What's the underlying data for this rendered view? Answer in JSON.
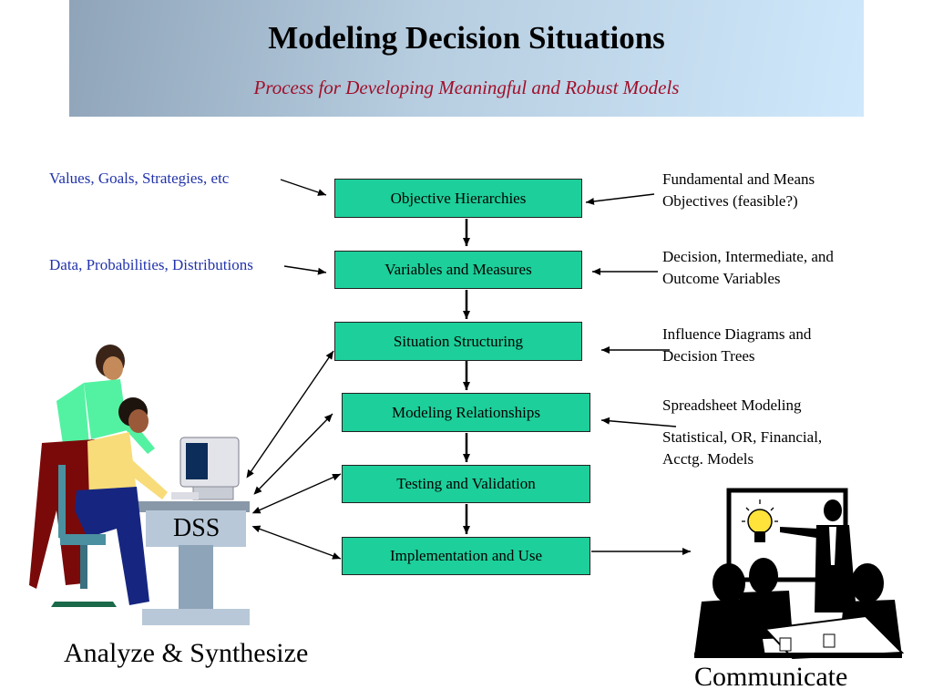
{
  "header": {
    "title": "Modeling Decision Situations",
    "subtitle": "Process for Developing Meaningful and Robust Models"
  },
  "process_steps": [
    "Objective Hierarchies",
    "Variables and Measures",
    "Situation Structuring",
    "Modeling Relationships",
    "Testing and Validation",
    "Implementation and Use"
  ],
  "left_inputs": {
    "values": "Values, Goals, Strategies, etc",
    "data": "Data, Probabilities, Distributions"
  },
  "right_notes": {
    "objectives_line1": "Fundamental and Means",
    "objectives_line2": "Objectives (feasible?)",
    "variables_line1": "Decision, Intermediate, and",
    "variables_line2": "Outcome Variables",
    "influence_line1": "Influence Diagrams and",
    "influence_line2": "Decision Trees",
    "spreadsheet": "Spreadsheet Modeling",
    "models_line1": "Statistical, OR, Financial,",
    "models_line2": "Acctg. Models"
  },
  "dss_label": "DSS",
  "analyze_caption": "Analyze & Synthesize",
  "communicate_caption": "Communicate",
  "colors": {
    "box_fill": "#1dcf9a",
    "subtitle": "#a0102a",
    "left_text": "#2233aa"
  },
  "icons": [
    "people-at-computer-illustration",
    "presentation-meeting-illustration",
    "light-bulb-icon"
  ]
}
